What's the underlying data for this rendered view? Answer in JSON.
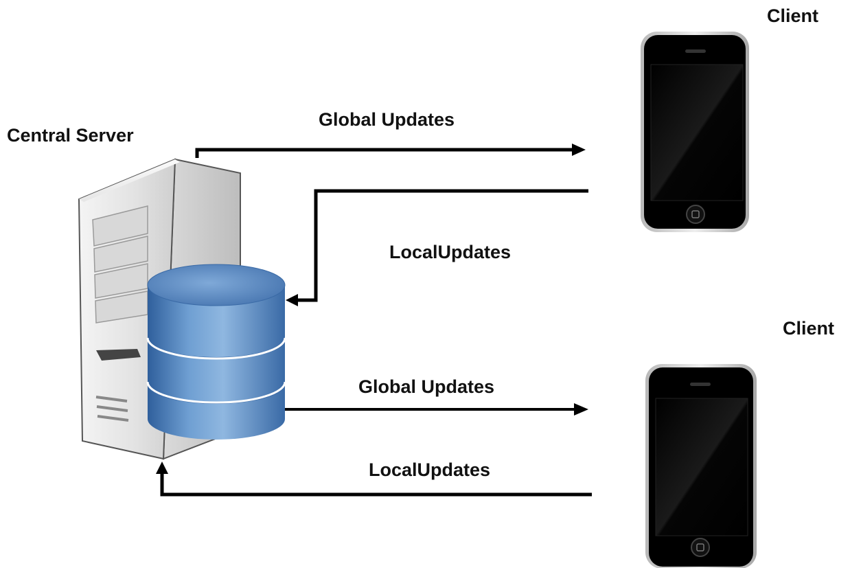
{
  "server": {
    "label": "Central Server",
    "icon": "server-tower-icon",
    "database_icon": "database-icon"
  },
  "clients": [
    {
      "label": "Client",
      "icon": "smartphone-icon"
    },
    {
      "label": "Client",
      "icon": "smartphone-icon"
    }
  ],
  "arrows": [
    {
      "label": "Global Updates",
      "from": "server",
      "to": "client-1"
    },
    {
      "label": "LocalUpdates",
      "from": "client-1",
      "to": "server"
    },
    {
      "label": "Global Updates",
      "from": "server",
      "to": "client-2"
    },
    {
      "label": "LocalUpdates",
      "from": "client-2",
      "to": "server"
    }
  ],
  "colors": {
    "arrow": "#000000",
    "text": "#111111",
    "database_blue": "#4f7fb8",
    "server_gray": "#e4e4e4",
    "phone_black": "#000000"
  }
}
